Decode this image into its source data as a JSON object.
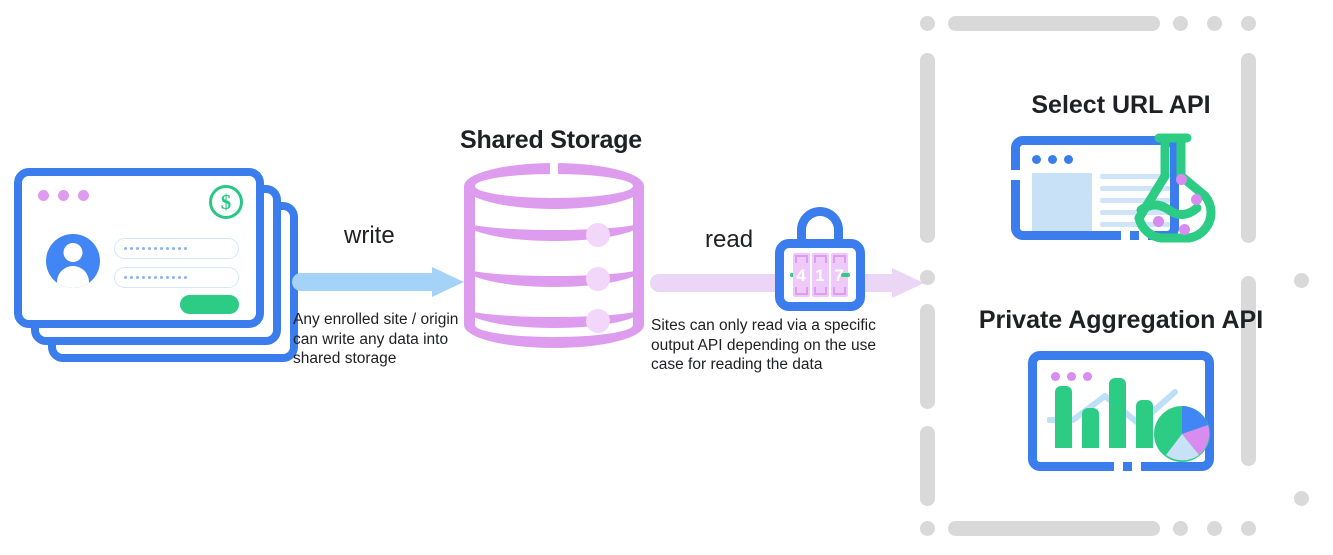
{
  "diagram": {
    "title": "Shared Storage write and read flow",
    "colors": {
      "blue": "#3b7ded",
      "light_blue_arrow": "#a5d2f7",
      "purple_cylinder": "#dd9ced",
      "lavender_arrow": "#ebd6f5",
      "green": "#2dcc84",
      "gray_dash": "#d9d9d9",
      "text": "#202124"
    }
  },
  "source": {
    "name": "browser-windows-stack",
    "dots": [
      "dot-1",
      "dot-2",
      "dot-3"
    ],
    "badge_icon": "dollar-icon",
    "badge_symbol": "$",
    "avatar_icon": "user-avatar-icon",
    "field_1_value": "•••••••••••",
    "field_2_value": "•••••••••••",
    "submit_label": ""
  },
  "write_flow": {
    "label": "write",
    "caption": "Any enrolled site / origin can write any data into shared storage",
    "arrow_color": "#a5d2f7",
    "direction": "right"
  },
  "storage": {
    "title": "Shared Storage",
    "icon": "database-cylinder-icon",
    "tiers": 3
  },
  "read_flow": {
    "label": "read",
    "caption": "Sites can only read via a specific output API depending on the use case for reading the data",
    "arrow_color": "#ebd6f5",
    "direction": "right",
    "lock": {
      "icon": "combination-padlock-icon",
      "dials": [
        "4",
        "1",
        "7"
      ],
      "combination": "417"
    }
  },
  "output_apis": {
    "frame": "dashed-gray-border",
    "items": [
      {
        "title": "Select URL API",
        "icon": "browser-flask-icon",
        "icon_parts": [
          "browser-window",
          "lab-flask",
          "bubbles"
        ]
      },
      {
        "title": "Private Aggregation API",
        "icon": "browser-charts-icon",
        "icon_parts": [
          "line-chart",
          "bar-chart",
          "pie-chart"
        ]
      }
    ]
  },
  "charts": {
    "bar_values": [
      62,
      40,
      70,
      48
    ],
    "pie_slices": [
      {
        "label": "slice-green",
        "color": "#2dcc84",
        "percent": 52
      },
      {
        "label": "slice-blue",
        "color": "#4285f4",
        "percent": 18
      },
      {
        "label": "slice-purple",
        "color": "#d98cf0",
        "percent": 17
      },
      {
        "label": "slice-lightblue",
        "color": "#c8e1f7",
        "percent": 13
      }
    ]
  }
}
